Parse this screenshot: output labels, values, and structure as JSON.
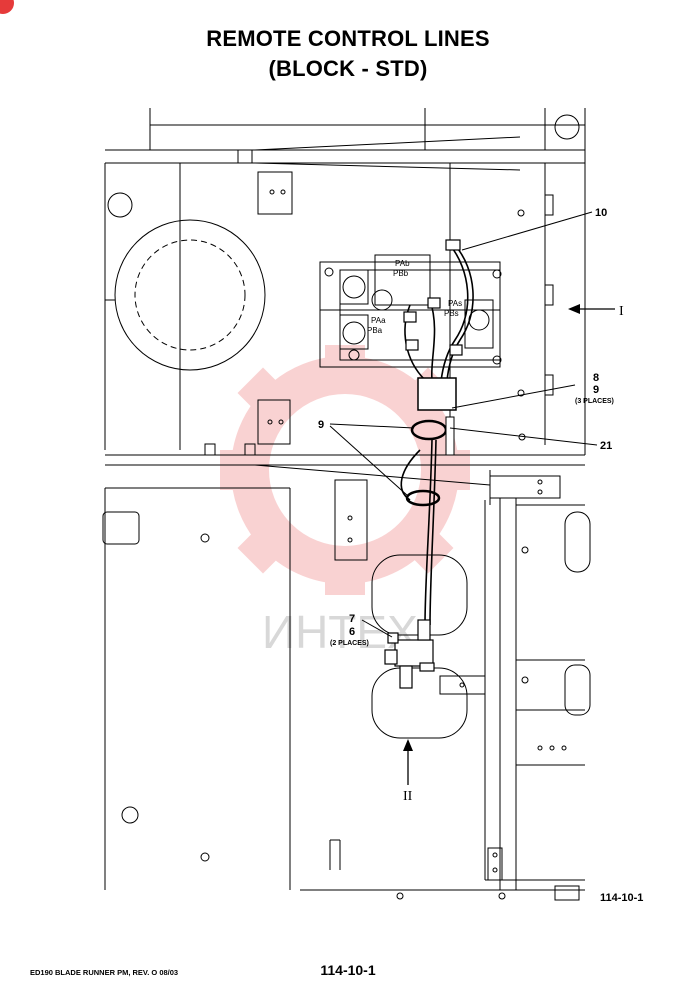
{
  "header": {
    "title_line1": "REMOTE CONTROL LINES",
    "title_line2": "(BLOCK - STD)"
  },
  "diagram": {
    "callouts": {
      "c10": "10",
      "c8": "8",
      "c9a": "9",
      "three_places": "(3 PLACES)",
      "c21": "21",
      "c9b": "9",
      "c7": "7",
      "c6": "6",
      "two_places": "(2 PLACES)"
    },
    "valve_ports": {
      "pab": "PAb",
      "pbb": "PBb",
      "pas": "PAs",
      "pbs": "PBs",
      "paa": "PAa",
      "pba": "PBa"
    },
    "view_markers": {
      "view1": "I",
      "view2": "II"
    },
    "watermark_text": "ИНТЕХ"
  },
  "footer": {
    "figure_id": "114-10-1",
    "doc_ref": "ED190 BLADE RUNNER PM, REV. O 08/03",
    "page_number": "114-10-1"
  },
  "colors": {
    "watermark": "#f08080",
    "line": "#000000"
  }
}
